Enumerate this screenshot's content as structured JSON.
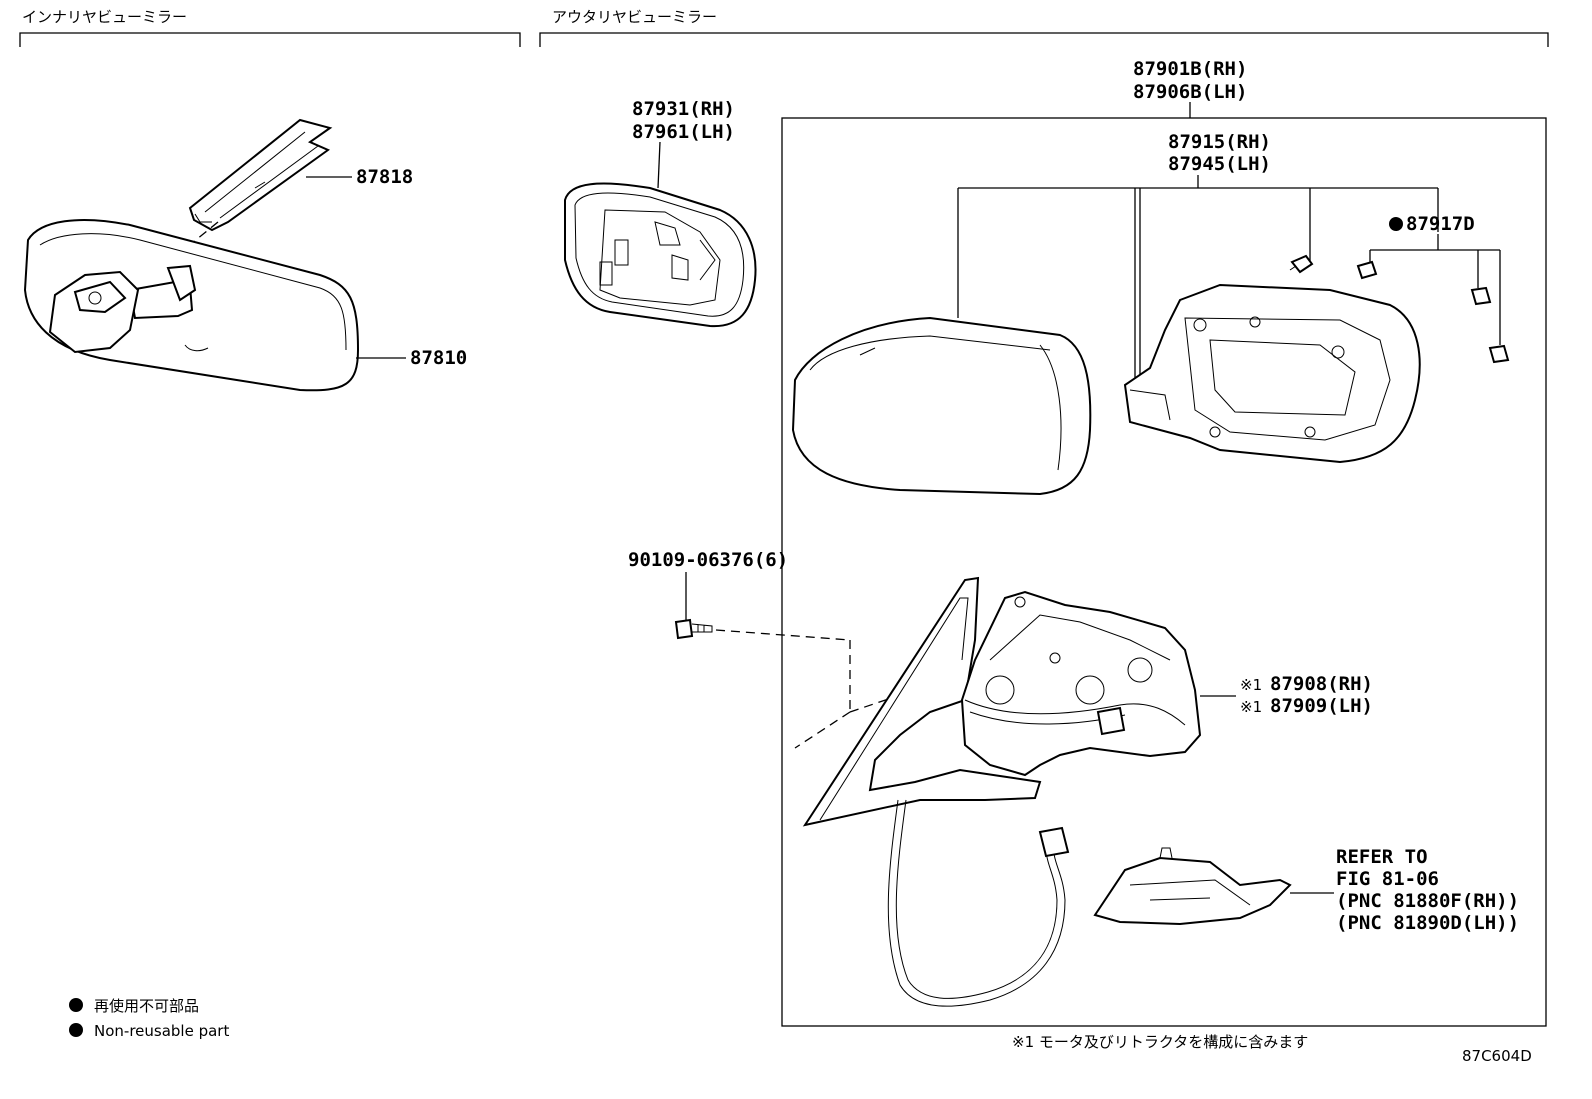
{
  "sections": {
    "inner_title": "インナリヤビューミラー",
    "outer_title": "アウタリヤビューミラー"
  },
  "callouts": {
    "p87818": "87818",
    "p87810": "87810",
    "p87931": "87931(RH)",
    "p87961": "87961(LH)",
    "p87901b": "87901B(RH)",
    "p87906b": "87906B(LH)",
    "p87915": "87915(RH)",
    "p87945": "87945(LH)",
    "p87917d": "87917D",
    "p90109": "90109-06376(6)",
    "p87908": "87908(RH)",
    "p87909": "87909(LH)",
    "ref_mark": "※1"
  },
  "refer": {
    "line1": "REFER TO",
    "line2": "FIG 81-06",
    "line3": "(PNC 81880F(RH))",
    "line4": "(PNC 81890D(LH))"
  },
  "legend": {
    "jp": "再使用不可部品",
    "en": "Non-reusable part"
  },
  "footnote": "※1 モータ及びリトラクタを構成に含みます",
  "figure_code": "87C604D"
}
